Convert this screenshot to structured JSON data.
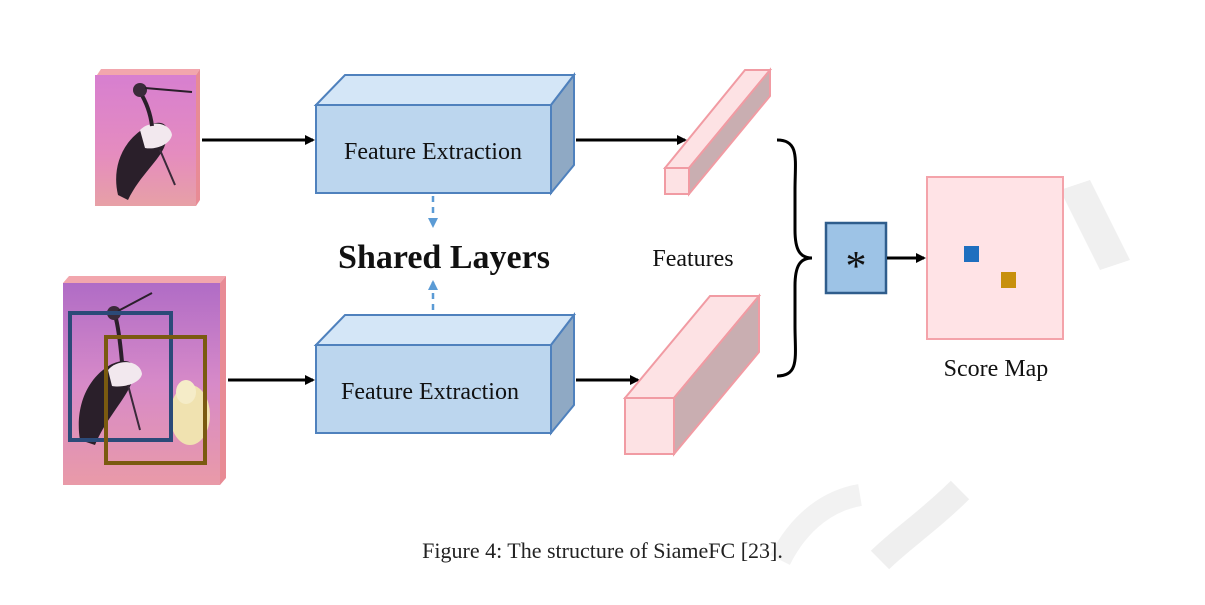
{
  "diagram": {
    "feature_extraction_top": "Feature Extraction",
    "feature_extraction_bottom": "Feature Extraction",
    "shared_layers": "Shared Layers",
    "features_label": "Features",
    "correlation_symbol": "*",
    "score_map_label": "Score Map",
    "caption": "Figure 4: The structure of SiameFC [23].",
    "colors": {
      "box_front": "#bcd6ee",
      "box_top": "#d4e6f7",
      "box_side": "#8fa9c4",
      "box_stroke": "#4f81bd",
      "feature_fill": "#fde2e4",
      "feature_side": "#c9aeb1",
      "feature_stroke": "#f19ba3",
      "score_map_fill": "#ffe3e6",
      "score_map_stroke": "#f4a3aa",
      "marker_blue": "#1f6fbf",
      "marker_gold": "#c8900c",
      "search_box_blue": "#2b4a78",
      "search_box_gold": "#7a5a10"
    }
  }
}
